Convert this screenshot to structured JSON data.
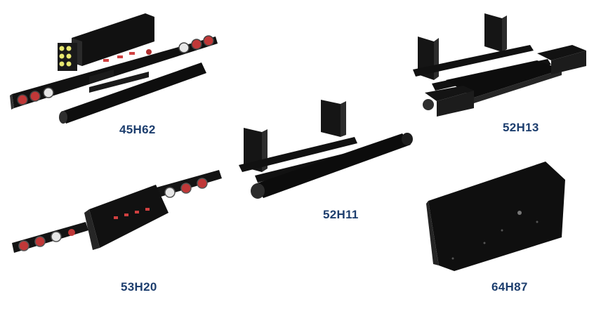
{
  "products": [
    {
      "id": "p1",
      "part_number": "45H62"
    },
    {
      "id": "p2",
      "part_number": "52H13"
    },
    {
      "id": "p3",
      "part_number": "52H11"
    },
    {
      "id": "p4",
      "part_number": "53H20"
    },
    {
      "id": "p5",
      "part_number": "64H87"
    }
  ],
  "colors": {
    "label": "#1d3e6e",
    "part_body": "#111111",
    "part_edge": "#3a3a3a",
    "red_light": "#c23a3a",
    "amber_light": "#e0e060",
    "white_light": "#e8e8e8"
  }
}
